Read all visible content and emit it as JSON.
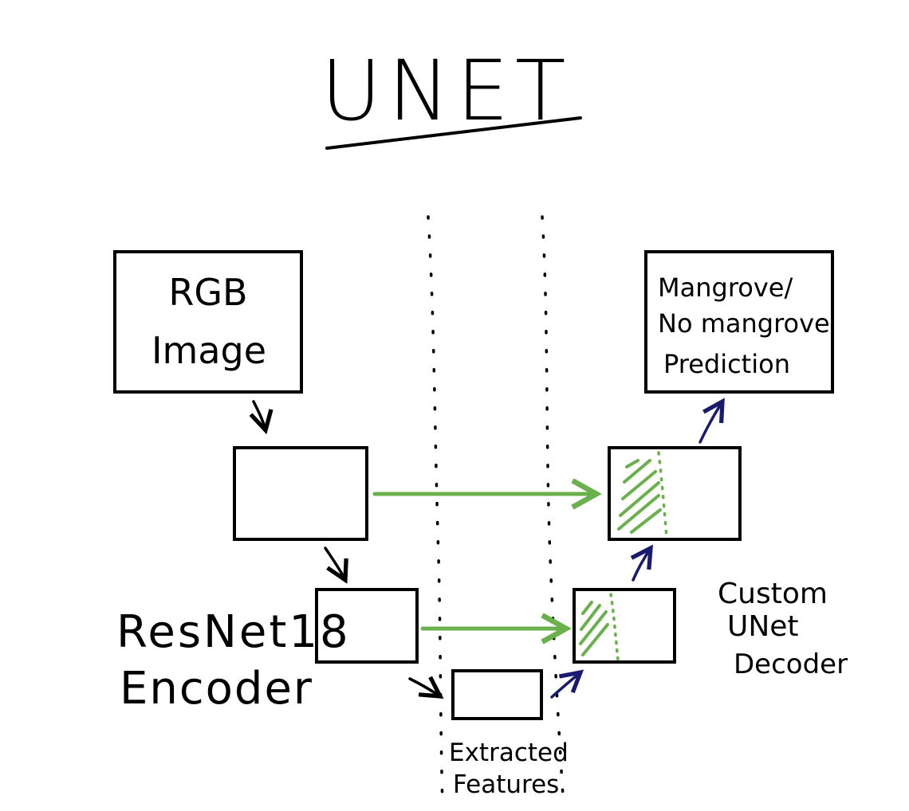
{
  "diagram": {
    "title": "UNET",
    "input_box": {
      "line1": "RGB",
      "line2": "Image"
    },
    "output_box": {
      "line1": "Mangrove/",
      "line2": "No mangrove",
      "line3": "Prediction"
    },
    "encoder_label": {
      "line1": "ResNet18",
      "line2": "Encoder"
    },
    "decoder_label": {
      "line1": "Custom",
      "line2": "UNet",
      "line3": "Decoder"
    },
    "bottleneck_label": {
      "line1": "Extracted",
      "line2": "Features"
    }
  },
  "colors": {
    "ink": "#000000",
    "skip_connection": "#6ab04c",
    "decoder_arrow": "#1a1a6e",
    "background": "#ffffff"
  }
}
